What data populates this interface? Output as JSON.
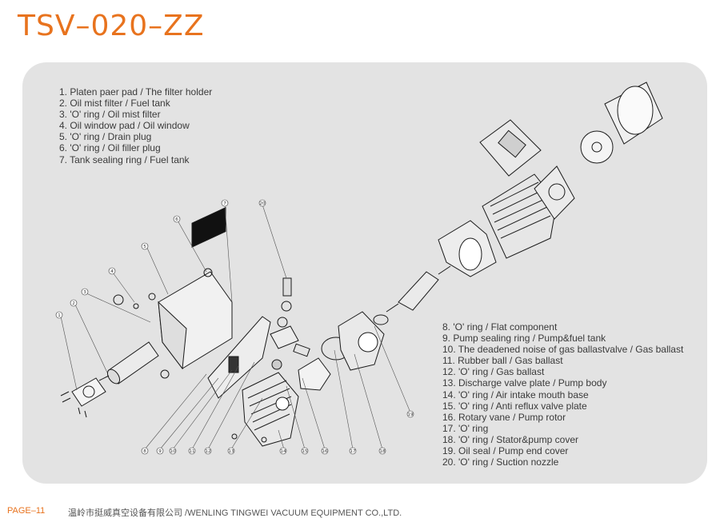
{
  "title": "TSV–020–ZZ",
  "legend_top": [
    "1. Platen paer pad / The filter holder",
    "2. Oil mist filter / Fuel tank",
    "3. 'O' ring / Oil mist filter",
    "4. Oil window pad / Oil window",
    "5. 'O' ring / Drain plug",
    "6. 'O' ring / Oil filler plug",
    "7. Tank sealing ring / Fuel tank"
  ],
  "legend_bottom": [
    "8. 'O' ring / Flat component",
    "9. Pump sealing ring / Pump&fuel tank",
    "10. The deadened noise of gas ballastvalve / Gas ballast",
    "11. Rubber ball / Gas ballast",
    "12. 'O' ring / Gas ballast",
    "13. Discharge valve plate / Pump body",
    "14. 'O' ring / Air intake mouth base",
    "15. 'O' ring / Anti reflux valve plate",
    "16. Rotary vane / Pump rotor",
    "17. 'O' ring",
    "18. 'O' ring / Stator&pump cover",
    "19. Oil seal / Pump end cover",
    "20. 'O' ring / Suction nozzle"
  ],
  "callouts": [
    "1",
    "2",
    "3",
    "4",
    "5",
    "6",
    "7",
    "8",
    "9",
    "10",
    "11",
    "12",
    "13",
    "14",
    "15",
    "16",
    "17",
    "18",
    "19",
    "20"
  ],
  "footer": {
    "page": "PAGE–11",
    "company": "温岭市挺威真空设备有限公司 /WENLING TINGWEI VACUUM EQUIPMENT CO.,LTD."
  },
  "colors": {
    "accent": "#e8731e",
    "panel": "#e3e3e3",
    "text": "#3a3a3a"
  }
}
